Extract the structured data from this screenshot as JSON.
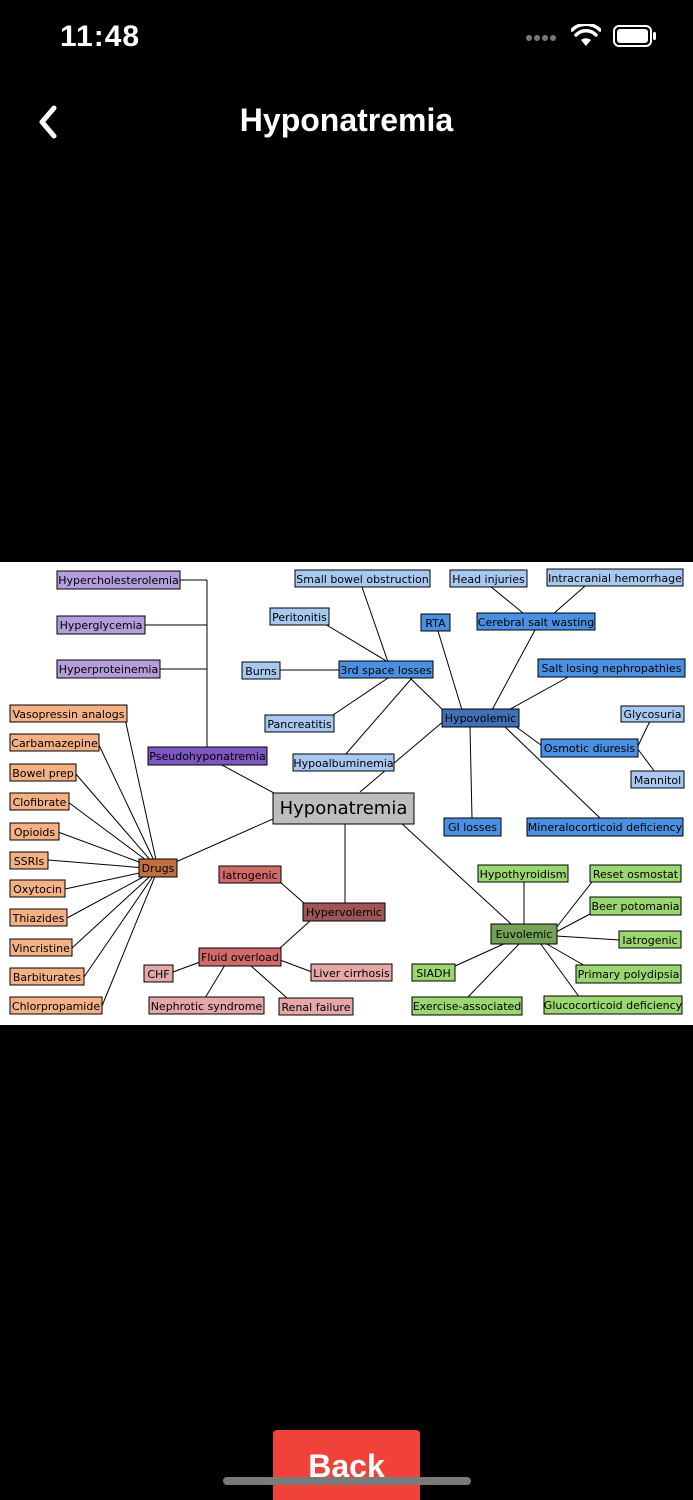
{
  "status_bar": {
    "time": "11:48",
    "icons": [
      "signal-dots-icon",
      "wifi-icon",
      "battery-icon"
    ]
  },
  "nav": {
    "title": "Hyponatremia",
    "back_icon": "chevron-left-icon"
  },
  "diagram": {
    "root": "Hyponatremia",
    "nodes": {
      "pseudohyponatremia": "Pseudohyponatremia",
      "hypercholesterolemia": "Hypercholesterolemia",
      "hyperglycemia": "Hyperglycemia",
      "hyperproteinemia": "Hyperproteinemia",
      "drugs": "Drugs",
      "vasopressin_analogs": "Vasopressin analogs",
      "carbamazepine": "Carbamazepine",
      "bowel_prep": "Bowel prep",
      "clofibrate": "Clofibrate",
      "opioids": "Opioids",
      "ssris": "SSRIs",
      "oxytocin": "Oxytocin",
      "thiazides": "Thiazides",
      "vincristine": "Vincristine",
      "barbiturates": "Barbiturates",
      "chlorpropamide": "Chlorpropamide",
      "small_bowel_obstruction": "Small bowel obstruction",
      "peritonitis": "Peritonitis",
      "burns": "Burns",
      "third_space_losses": "3rd space losses",
      "pancreatitis": "Pancreatitis",
      "hypoalbuminemia": "Hypoalbuminemia",
      "head_injuries": "Head injuries",
      "intracranial_hemorrhage": "Intracranial hemorrhage",
      "rta": "RTA",
      "cerebral_salt_wasting": "Cerebral salt wasting",
      "salt_losing_nephropathies": "Salt losing nephropathies",
      "hypovolemic": "Hypovolemic",
      "glycosuria": "Glycosuria",
      "osmotic_diuresis": "Osmotic diuresis",
      "mannitol": "Mannitol",
      "gi_losses": "GI losses",
      "mineralocorticoid_deficiency": "Mineralocorticoid deficiency",
      "iatrogenic_hyper": "Iatrogenic",
      "hypervolemic": "Hypervolemic",
      "fluid_overload": "Fluid overload",
      "chf": "CHF",
      "liver_cirrhosis": "Liver cirrhosis",
      "nephrotic_syndrome": "Nephrotic syndrome",
      "renal_failure": "Renal failure",
      "hypothyroidism": "Hypothyroidism",
      "reset_osmostat": "Reset osmostat",
      "beer_potomania": "Beer potomania",
      "euvolemic": "Euvolemic",
      "iatrogenic_eu": "Iatrogenic",
      "siadh": "SIADH",
      "primary_polydipsia": "Primary polydipsia",
      "exercise_associated": "Exercise-associated",
      "glucocorticoid_deficiency": "Glucocorticoid deficiency"
    },
    "colors": {
      "purple_light": "#b39ddb",
      "purple_dark": "#7e57c2",
      "orange_light": "#f4b183",
      "orange_dark": "#c07040",
      "blue_light": "#a8c8f0",
      "blue_mid": "#4a90e2",
      "blue_dark": "#3f6fb5",
      "red_light": "#e6a7a7",
      "red_mid": "#d36a6a",
      "red_dark": "#9e5555",
      "green_light": "#9bd770",
      "green_dark": "#73a157",
      "root_gray": "#bdbdbd"
    }
  },
  "footer": {
    "back_label": "Back"
  }
}
